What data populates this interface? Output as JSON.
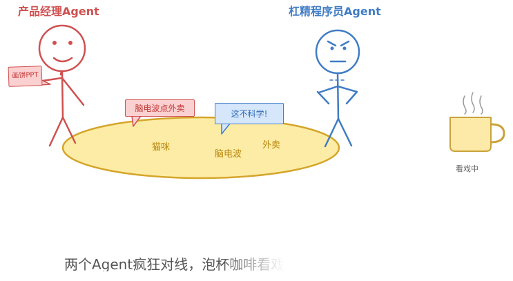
{
  "characters": {
    "product_manager": {
      "title": "产品经理Agent",
      "speech": "画饼PPT",
      "color": "#cf5050"
    },
    "programmer": {
      "title": "杠精程序员Agent",
      "color": "#3f7cc4"
    }
  },
  "bubbles": {
    "brainwave_order": "脑电波点外卖",
    "not_scientific": "这不科学!"
  },
  "table_words": {
    "cat": "猫咪",
    "brainwave": "脑电波",
    "takeout": "外卖"
  },
  "coffee": {
    "label": "看戏中",
    "color": "#fde9a8"
  },
  "caption": "两个Agent疯狂对线，泡杯咖啡看戏",
  "palette": {
    "table_fill": "#fdeca6",
    "table_stroke": "#d4a52a",
    "pink_bubble": "#fbd0d0",
    "blue_bubble": "#d6e6fb"
  }
}
